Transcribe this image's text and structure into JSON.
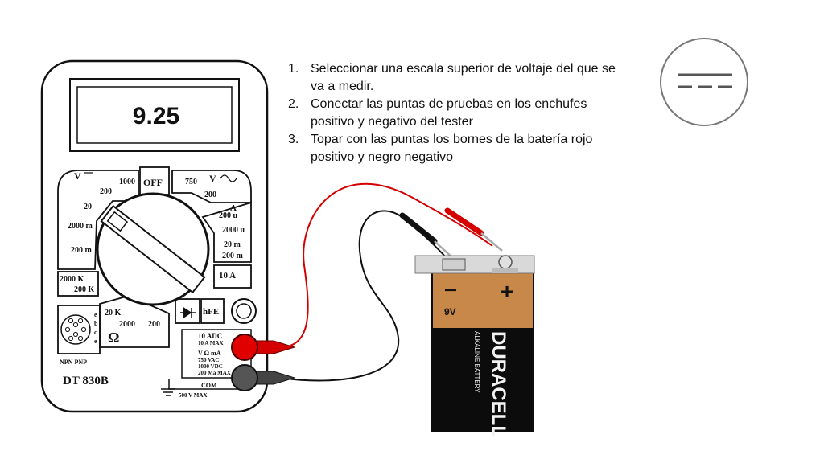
{
  "display": {
    "reading": "9.25"
  },
  "meter": {
    "model": "DT 830B",
    "off_label": "OFF",
    "dcv": {
      "symbol": "V",
      "ranges": [
        "1000",
        "200",
        "20",
        "2000 m",
        "200 m"
      ]
    },
    "acv": {
      "symbol": "V",
      "ranges": [
        "750",
        "200"
      ]
    },
    "dca": {
      "symbol": "A",
      "ranges": [
        "200 u",
        "2000 u",
        "20 m",
        "200 m"
      ]
    },
    "amp10": {
      "label": "10 A"
    },
    "ohm": {
      "ranges": [
        "2000 K",
        "200 K",
        "20 K",
        "2000",
        "200"
      ],
      "symbol": "Ω"
    },
    "hfe_label": "hFE",
    "transistor": {
      "pins": [
        "e",
        "b",
        "c",
        "e"
      ],
      "types": "NPN  PNP"
    },
    "jack_panel": {
      "label_10adc": "10 ADC",
      "label_10a_max": "10 A  MAX",
      "label_vohm": "V  Ω  mA",
      "label_750vac": "750 VAC",
      "label_1000vdc": "1000 VDC",
      "label_200ma": "200 Ma MAX",
      "label_com": "COM",
      "label_500v": "500 V MAX"
    }
  },
  "battery": {
    "brand": "DURACELL",
    "subtitle": "ALKALINE BATTERY",
    "voltage": "9V",
    "minus": "−",
    "plus": "+"
  },
  "instructions": [
    {
      "num": "1.",
      "text": "Seleccionar una escala superior de voltaje del que se va a medir."
    },
    {
      "num": "2.",
      "text": "Conectar las puntas de pruebas en los enchufes positivo y negativo del tester"
    },
    {
      "num": "3.",
      "text": "Topar con las puntas los bornes de la batería rojo positivo y negro negativo"
    }
  ],
  "colors": {
    "red_lead": "#d40000",
    "black_lead": "#111111",
    "battery_top": "#c8884a",
    "battery_body": "#0c0c0c"
  },
  "symbol_icon": "dc-voltage-symbol-icon"
}
